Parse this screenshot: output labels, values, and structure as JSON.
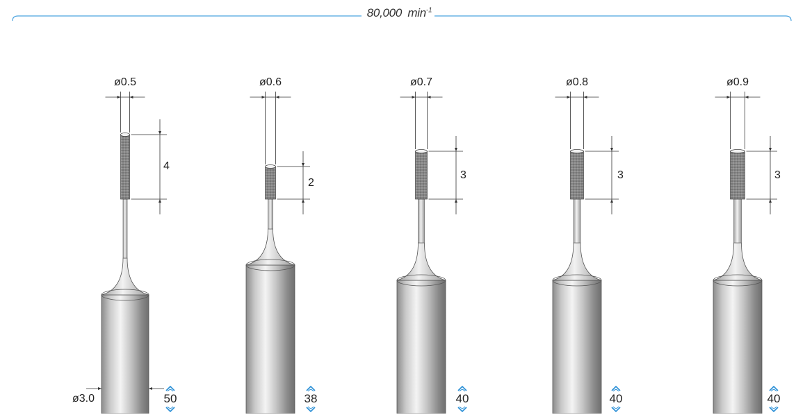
{
  "header": {
    "speed_value": "80,000",
    "speed_unit": "min",
    "speed_exponent": "-1"
  },
  "tools": [
    {
      "diameter": "ø0.5",
      "length": "4",
      "quantity": "50"
    },
    {
      "diameter": "ø0.6",
      "length": "2",
      "quantity": "38"
    },
    {
      "diameter": "ø0.7",
      "length": "3",
      "quantity": "40"
    },
    {
      "diameter": "ø0.8",
      "length": "3",
      "quantity": "40"
    },
    {
      "diameter": "ø0.9",
      "length": "3",
      "quantity": "40"
    }
  ],
  "shank_diameter": "ø3.0",
  "colors": {
    "rule_line": "#4aa3df",
    "quantity_icon": "#2a8fd6",
    "dimension_line": "#333333"
  },
  "icons": {
    "quantity": "double-arrow-up-down-icon"
  }
}
